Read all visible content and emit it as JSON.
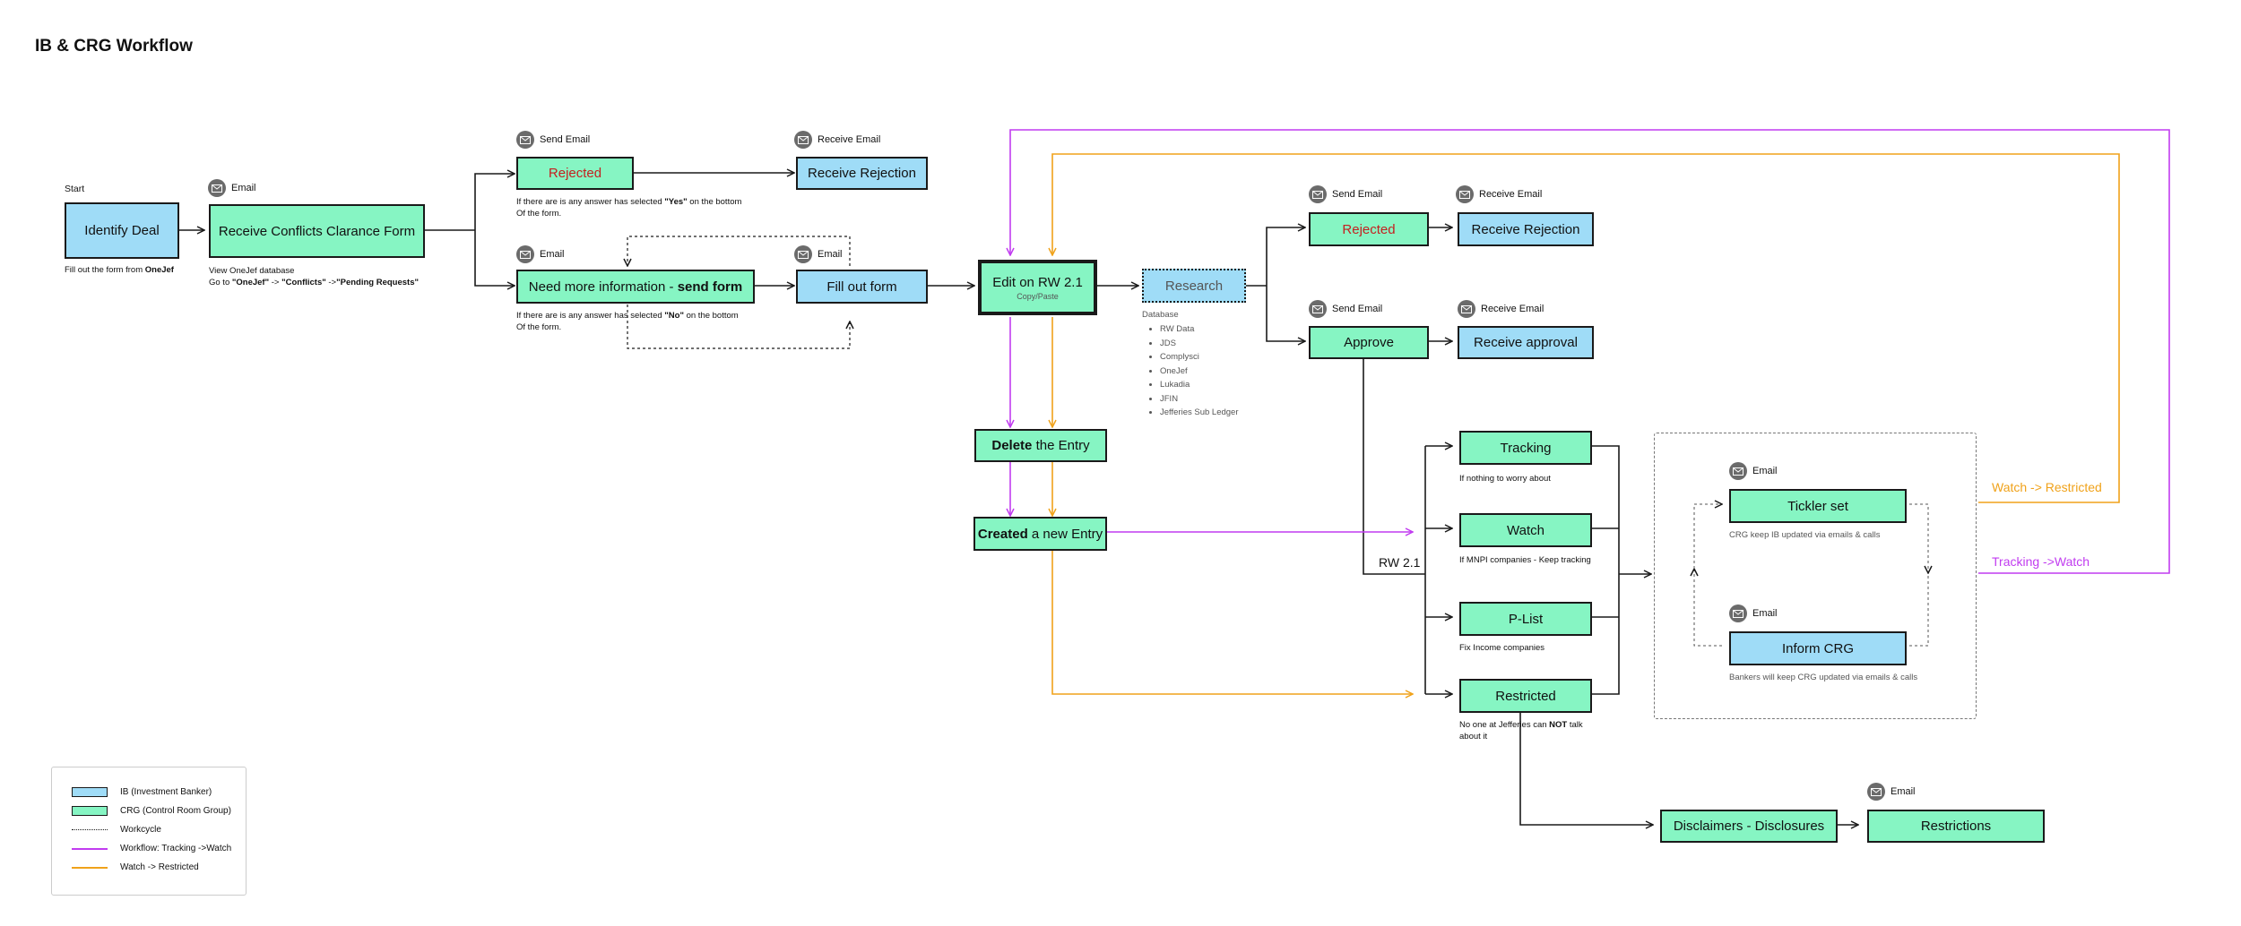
{
  "title": "IB & CRG Workflow",
  "colors": {
    "ib": "#9fdcf7",
    "crg": "#86f5c3",
    "purple": "#c13cf0",
    "orange": "#f0a21a",
    "rejected_text": "#c42020"
  },
  "nodes": {
    "identify_deal": "Identify Deal",
    "receive_form": "Receive Conflicts Clarance Form",
    "rejected_top": "Rejected",
    "receive_rejection_top": "Receive Rejection",
    "need_info_plain": "Need more information - ",
    "need_info_bold": "send form",
    "fill_form": "Fill out form",
    "edit_rw": "Edit on RW 2.1",
    "edit_rw_sub": "Copy/Paste",
    "research": "Research",
    "rejected_right": "Rejected",
    "receive_rejection_right": "Receive Rejection",
    "approve": "Approve",
    "receive_approval": "Receive approval",
    "delete_bold": "Delete",
    "delete_rest": " the Entry",
    "created_bold": "Created",
    "created_rest": " a new Entry",
    "tracking": "Tracking",
    "watch": "Watch",
    "plist": "P-List",
    "restricted": "Restricted",
    "tickler": "Tickler set",
    "inform_crg": "Inform CRG",
    "disclaimers": "Disclaimers - Disclosures",
    "restrictions": "Restrictions"
  },
  "tags": {
    "start": "Start",
    "email": "Email",
    "send_email": "Send Email",
    "receive_email": "Receive Email"
  },
  "notes": {
    "fill_onejef_pre": "Fill out the form from ",
    "fill_onejef_bold": "OneJef",
    "view_db": "View OneJef database",
    "goto_pre": "Go to ",
    "goto_b1": "\"OneJef\"",
    "goto_arrow1": " -> ",
    "goto_b2": "\"Conflicts\"",
    "goto_arrow2": " ->",
    "goto_b3": "\"Pending Requests\"",
    "yes_pre": "If there are is any answer has selected ",
    "yes_bold": "\"Yes\"",
    "yes_post": " on the bottom",
    "yes_line2": "Of the form.",
    "no_pre": "If there are is any answer has selected ",
    "no_bold": "\"No\"",
    "no_post": " on the bottom",
    "no_line2": "Of the form.",
    "tracking_note": "If nothing to worry about",
    "watch_note": "If MNPI companies - Keep tracking",
    "plist_note": "Fix Income companies",
    "restricted_pre": "No one at Jefferies can ",
    "restricted_bold": "NOT",
    "restricted_post": " talk",
    "restricted_line2": "about it",
    "tickler_note": "CRG keep IB updated via emails & calls",
    "inform_note": "Bankers will keep CRG updated via emails & calls"
  },
  "database": {
    "label": "Database",
    "items": [
      "RW Data",
      "JDS",
      "Complysci",
      "OneJef",
      "Lukadia",
      "JFIN",
      "Jefferies Sub Ledger"
    ]
  },
  "rw_label": "RW 2.1",
  "flow_labels": {
    "watch_restricted": "Watch -> Restricted",
    "tracking_watch": "Tracking ->Watch"
  },
  "legend": {
    "ib": "IB (Investment Banker)",
    "crg": "CRG (Control Room Group)",
    "workcycle": "Workcycle",
    "workflow_purple": "Workflow: Tracking ->Watch",
    "workflow_orange": "Watch -> Restricted"
  }
}
